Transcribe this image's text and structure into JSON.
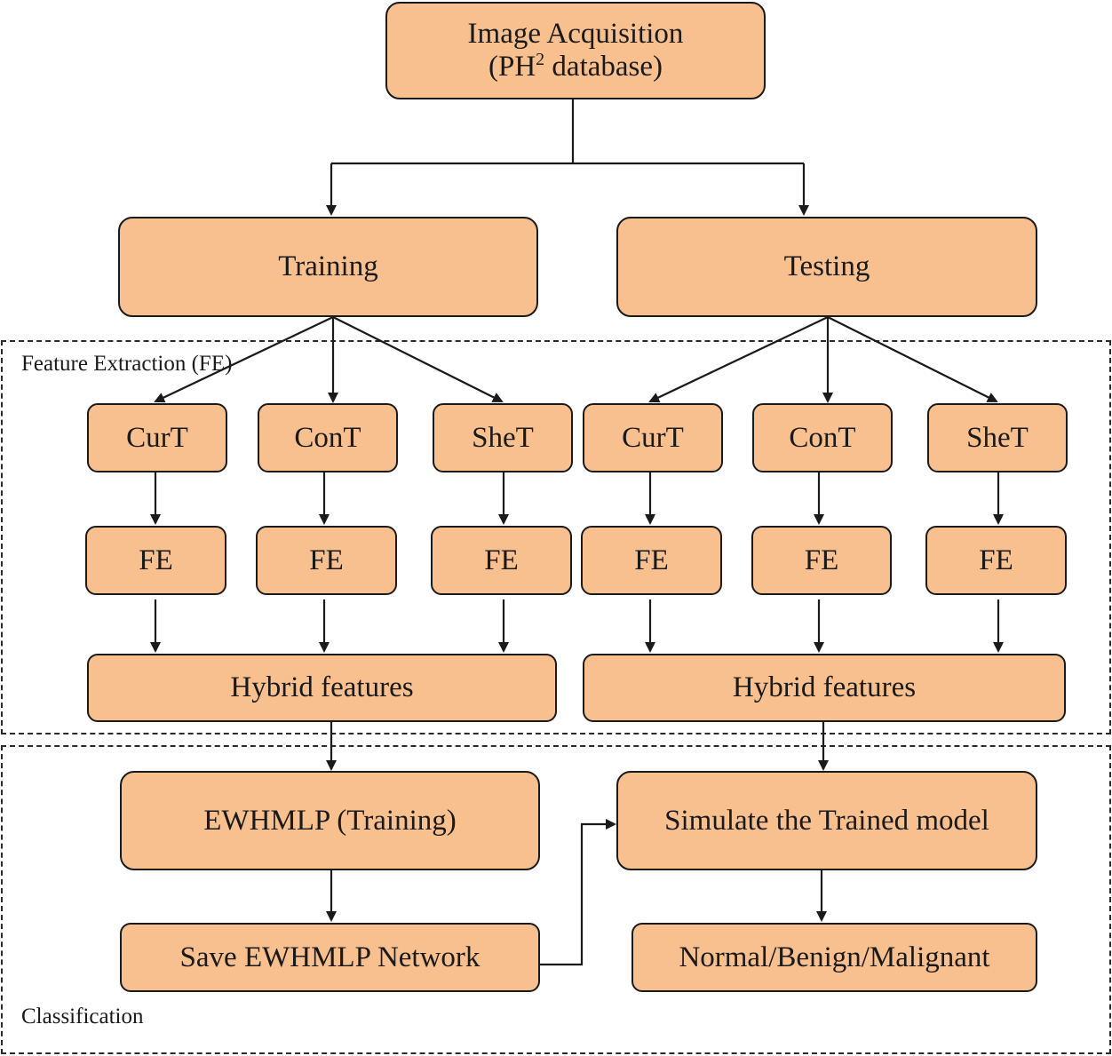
{
  "regions": {
    "fe": "Feature Extraction (FE)",
    "cls": "Classification"
  },
  "nodes": {
    "acq_line1": "Image Acquisition",
    "acq_pre": "(PH",
    "acq_sup": "2",
    "acq_post": " database)",
    "training": "Training",
    "testing": "Testing",
    "curt_l": "CurT",
    "cont_l": "ConT",
    "shet_l": "SheT",
    "curt_r": "CurT",
    "cont_r": "ConT",
    "shet_r": "SheT",
    "fe1": "FE",
    "fe2": "FE",
    "fe3": "FE",
    "fe4": "FE",
    "fe5": "FE",
    "fe6": "FE",
    "hybrid_l": "Hybrid features",
    "hybrid_r": "Hybrid features",
    "ewhmlp": "EWHMLP (Training)",
    "simulate": "Simulate the Trained model",
    "save": "Save EWHMLP Network",
    "result": "Normal/Benign/Malignant"
  },
  "colors": {
    "box_fill": "#f8bf8f",
    "stroke": "#1a1a1a"
  }
}
